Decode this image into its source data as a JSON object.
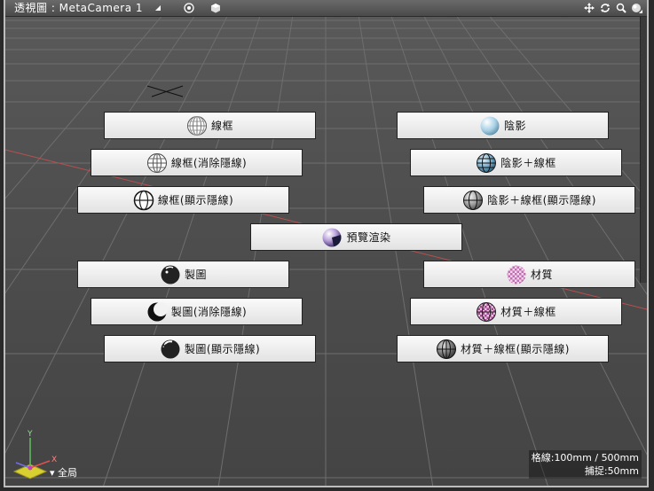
{
  "viewport": {
    "title": "透視圖 : MetaCamera 1",
    "view_label": "▾ 全局",
    "axis_x": "X",
    "axis_y": "Y"
  },
  "status": {
    "grid_label": "格線:",
    "grid_value": "100mm / 500mm",
    "snap_label": "捕捉:",
    "snap_value": "50mm"
  },
  "colors": {
    "button_text": "#111111",
    "grid_line": "#6a6a6a",
    "x_axis_line": "#c05050"
  },
  "left_buttons": [
    {
      "label": "線框",
      "icon": "wireframe-sphere-icon"
    },
    {
      "label": "線框(消除隱線)",
      "icon": "wireframe-hidden-sphere-icon"
    },
    {
      "label": "線框(顯示隱線)",
      "icon": "wireframe-show-hidden-icon"
    }
  ],
  "right_buttons": [
    {
      "label": "陰影",
      "icon": "shaded-sphere-icon"
    },
    {
      "label": "陰影＋線框",
      "icon": "shaded-wireframe-icon"
    },
    {
      "label": "陰影＋線框(顯示隱線)",
      "icon": "shaded-wireframe-hidden-icon"
    }
  ],
  "center_button": {
    "label": "預覽渲染",
    "icon": "preview-render-icon"
  },
  "left_buttons_2": [
    {
      "label": "製圖",
      "icon": "drawing-icon"
    },
    {
      "label": "製圖(消除隱線)",
      "icon": "drawing-hidden-icon"
    },
    {
      "label": "製圖(顯示隱線)",
      "icon": "drawing-show-hidden-icon"
    }
  ],
  "right_buttons_2": [
    {
      "label": "材質",
      "icon": "texture-sphere-icon"
    },
    {
      "label": "材質＋線框",
      "icon": "texture-wireframe-icon"
    },
    {
      "label": "材質＋線框(顯示隱線)",
      "icon": "texture-wireframe-hidden-icon"
    }
  ]
}
